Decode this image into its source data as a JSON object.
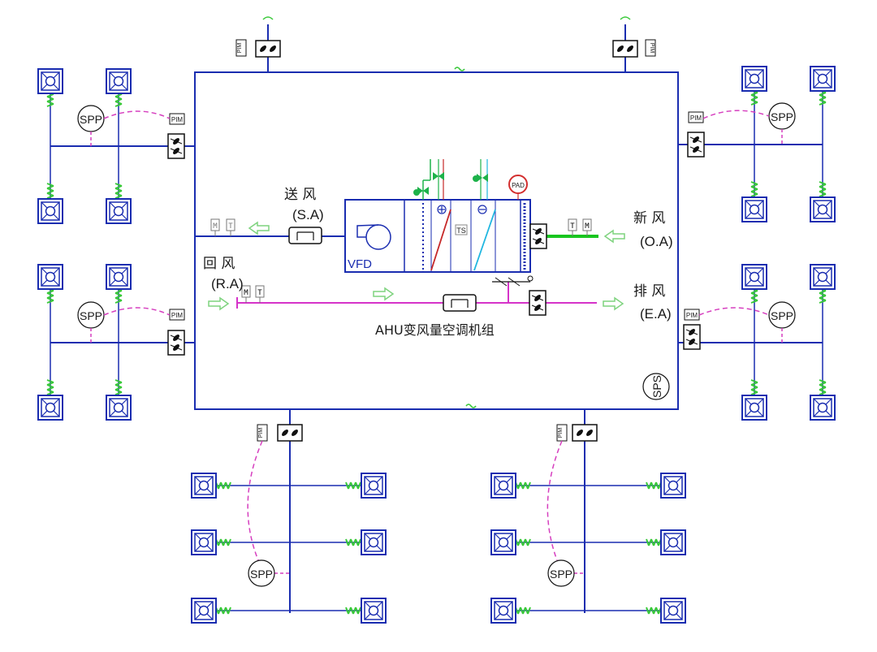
{
  "labels": {
    "supply_air_cn": "送 风",
    "supply_air_en": "(S.A)",
    "return_air_cn": "回 风",
    "return_air_en": "(R.A)",
    "fresh_air_cn": "新 风",
    "fresh_air_en": "(O.A)",
    "exhaust_air_cn": "排 风",
    "exhaust_air_en": "(E.A)",
    "ahu_title": "AHU变风量空调机组",
    "vfd": "VFD",
    "ts": "TS",
    "pad": "PAD",
    "sps": "SPS",
    "spp": "SPP",
    "pim": "PIM",
    "m": "M",
    "t": "T"
  },
  "colors": {
    "duct": "#1a2db0",
    "controller_link": "#d63fbf",
    "return_line": "#d633c9",
    "fresh_line": "#19c51f",
    "flex_connector": "#39c939",
    "arrow_outline": "#7fd37f",
    "valve": "#1db24a",
    "heating_coil": "#c62828",
    "cooling_coil": "#1fb6e0",
    "pad_ring": "#d32f2f"
  },
  "icons": [
    "vav-terminal-icon",
    "damper-icon",
    "filter-icon",
    "fan-icon",
    "valve-icon",
    "pressure-sensor-icon"
  ]
}
